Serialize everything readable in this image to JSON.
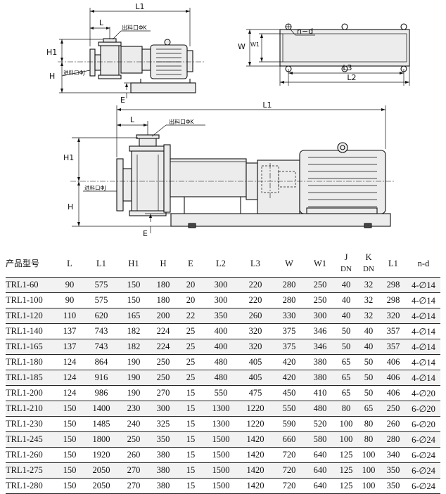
{
  "drawing_labels": {
    "small_side": {
      "L1": "L1",
      "L": "L",
      "outlet": "出料口ΦK",
      "H1": "H1",
      "H": "H",
      "inlet": "进料口ΦJ",
      "E": "E"
    },
    "top_view": {
      "W": "W",
      "W1": "W1",
      "nd": "n−d",
      "L3": "L3",
      "L2": "L2"
    },
    "large_side": {
      "L1": "L1",
      "L": "L",
      "outlet": "出料口ΦK",
      "H1": "H1",
      "inlet": "进料口ΦJ",
      "H": "H",
      "E": "E"
    }
  },
  "table": {
    "headers": [
      {
        "label": "产品型号",
        "sub": ""
      },
      {
        "label": "L",
        "sub": ""
      },
      {
        "label": "L1",
        "sub": ""
      },
      {
        "label": "H1",
        "sub": ""
      },
      {
        "label": "H",
        "sub": ""
      },
      {
        "label": "E",
        "sub": ""
      },
      {
        "label": "L2",
        "sub": ""
      },
      {
        "label": "L3",
        "sub": ""
      },
      {
        "label": "W",
        "sub": ""
      },
      {
        "label": "W1",
        "sub": ""
      },
      {
        "label": "J",
        "sub": "DN"
      },
      {
        "label": "K",
        "sub": "DN"
      },
      {
        "label": "L1",
        "sub": ""
      },
      {
        "label": "n-d",
        "sub": ""
      }
    ],
    "rows": [
      [
        "TRL1-60",
        "90",
        "575",
        "150",
        "180",
        "20",
        "300",
        "220",
        "280",
        "250",
        "40",
        "32",
        "298",
        "4-∅14"
      ],
      [
        "TRL1-100",
        "90",
        "575",
        "150",
        "180",
        "20",
        "300",
        "220",
        "280",
        "250",
        "40",
        "32",
        "298",
        "4-∅14"
      ],
      [
        "TRL1-120",
        "110",
        "620",
        "165",
        "200",
        "22",
        "350",
        "260",
        "330",
        "300",
        "40",
        "32",
        "320",
        "4-∅14"
      ],
      [
        "TRL1-140",
        "137",
        "743",
        "182",
        "224",
        "25",
        "400",
        "320",
        "375",
        "346",
        "50",
        "40",
        "357",
        "4-∅14"
      ],
      [
        "TRL1-165",
        "137",
        "743",
        "182",
        "224",
        "25",
        "400",
        "320",
        "375",
        "346",
        "50",
        "40",
        "357",
        "4-∅14"
      ],
      [
        "TRL1-180",
        "124",
        "864",
        "190",
        "250",
        "25",
        "480",
        "405",
        "420",
        "380",
        "65",
        "50",
        "406",
        "4-∅14"
      ],
      [
        "TRL1-185",
        "124",
        "916",
        "190",
        "250",
        "25",
        "480",
        "405",
        "420",
        "380",
        "65",
        "50",
        "406",
        "4-∅14"
      ],
      [
        "TRL1-200",
        "124",
        "986",
        "190",
        "270",
        "15",
        "550",
        "475",
        "450",
        "410",
        "65",
        "50",
        "406",
        "4-∅20"
      ],
      [
        "TRL1-210",
        "150",
        "1400",
        "230",
        "300",
        "15",
        "1300",
        "1220",
        "550",
        "480",
        "80",
        "65",
        "250",
        "6-∅20"
      ],
      [
        "TRL1-230",
        "150",
        "1485",
        "240",
        "325",
        "15",
        "1300",
        "1220",
        "590",
        "520",
        "100",
        "80",
        "260",
        "6-∅20"
      ],
      [
        "TRL1-245",
        "150",
        "1800",
        "250",
        "350",
        "15",
        "1500",
        "1420",
        "660",
        "580",
        "100",
        "80",
        "280",
        "6-∅24"
      ],
      [
        "TRL1-260",
        "150",
        "1920",
        "260",
        "380",
        "15",
        "1500",
        "1420",
        "720",
        "640",
        "125",
        "100",
        "340",
        "6-∅24"
      ],
      [
        "TRL1-275",
        "150",
        "2050",
        "270",
        "380",
        "15",
        "1500",
        "1420",
        "720",
        "640",
        "125",
        "100",
        "350",
        "6-∅24"
      ],
      [
        "TRL1-280",
        "150",
        "2050",
        "270",
        "380",
        "15",
        "1500",
        "1420",
        "720",
        "640",
        "125",
        "100",
        "350",
        "6-∅24"
      ]
    ]
  }
}
